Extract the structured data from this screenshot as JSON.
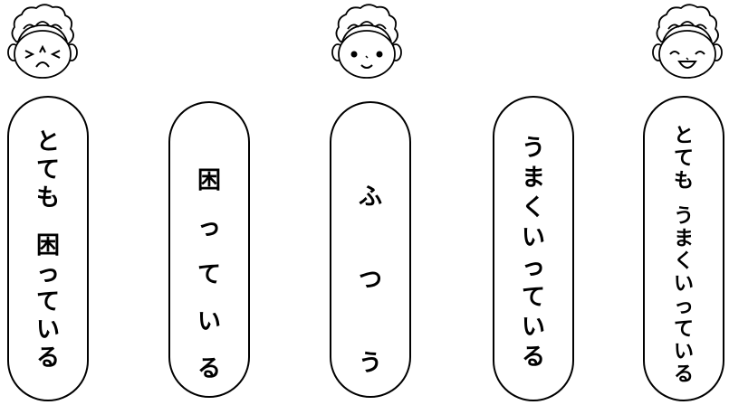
{
  "scale": [
    {
      "label": "とても　困っている",
      "chars": [
        "と",
        "て",
        "も",
        "",
        "困",
        "っ",
        "て",
        "い",
        "る"
      ]
    },
    {
      "label": "困っている",
      "chars": [
        "困",
        "っ",
        "て",
        "い",
        "る"
      ]
    },
    {
      "label": "ふつう",
      "chars": [
        "ふ",
        "つ",
        "う"
      ]
    },
    {
      "label": "うまくいっている",
      "chars": [
        "う",
        "ま",
        "く",
        "い",
        "っ",
        "て",
        "い",
        "る"
      ]
    },
    {
      "label": "とても うまくいっている",
      "chars": [
        "と",
        "て",
        "も",
        "",
        "う",
        "ま",
        "く",
        "い",
        "っ",
        "て",
        "い",
        "る"
      ]
    }
  ],
  "faces": [
    {
      "expression": "crying-face-icon"
    },
    {
      "expression": "neutral-face-icon"
    },
    {
      "expression": "happy-face-icon"
    }
  ]
}
